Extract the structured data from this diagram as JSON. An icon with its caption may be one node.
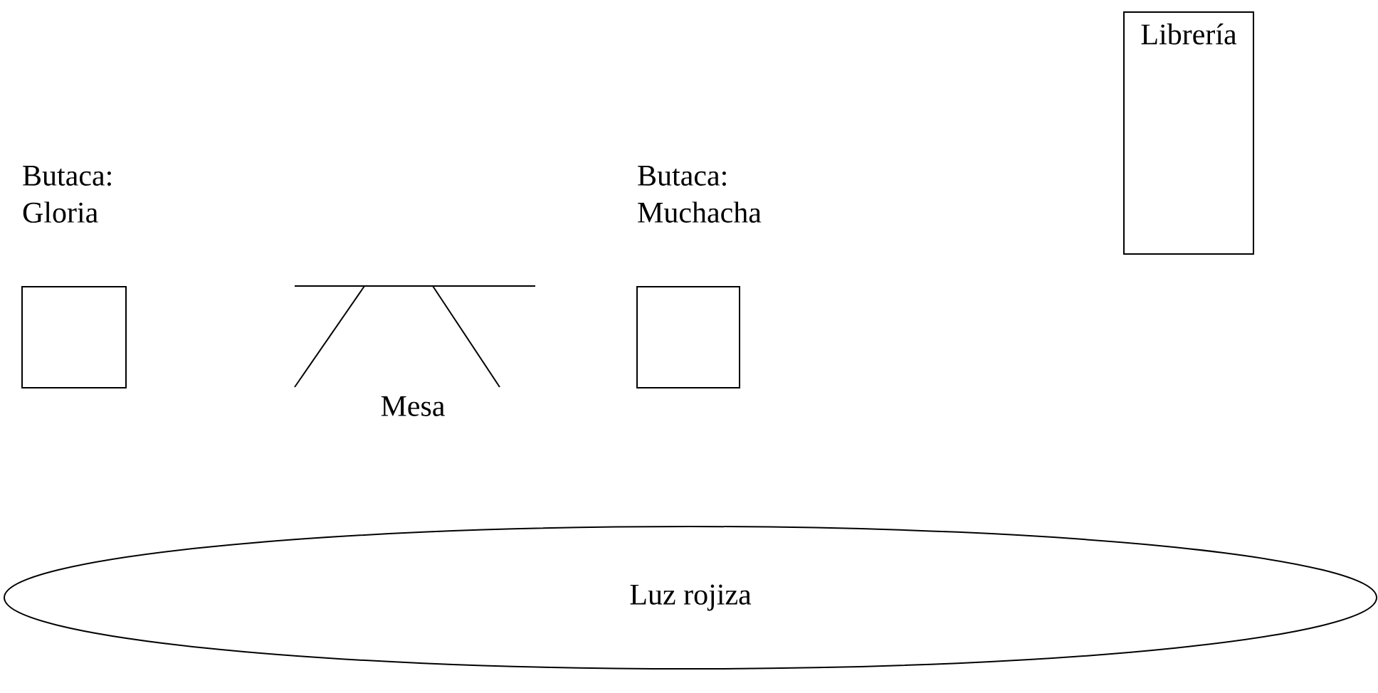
{
  "diagram": {
    "nodes": [
      {
        "text": [
          "Librería"
        ]
      },
      {
        "text": [
          "Butaca: Gloria"
        ]
      },
      {
        "text": [
          "Mesa"
        ]
      },
      {
        "text": [
          "Butaca: Muchacha"
        ]
      },
      {
        "text": [
          "Luz rojiza"
        ]
      }
    ]
  }
}
